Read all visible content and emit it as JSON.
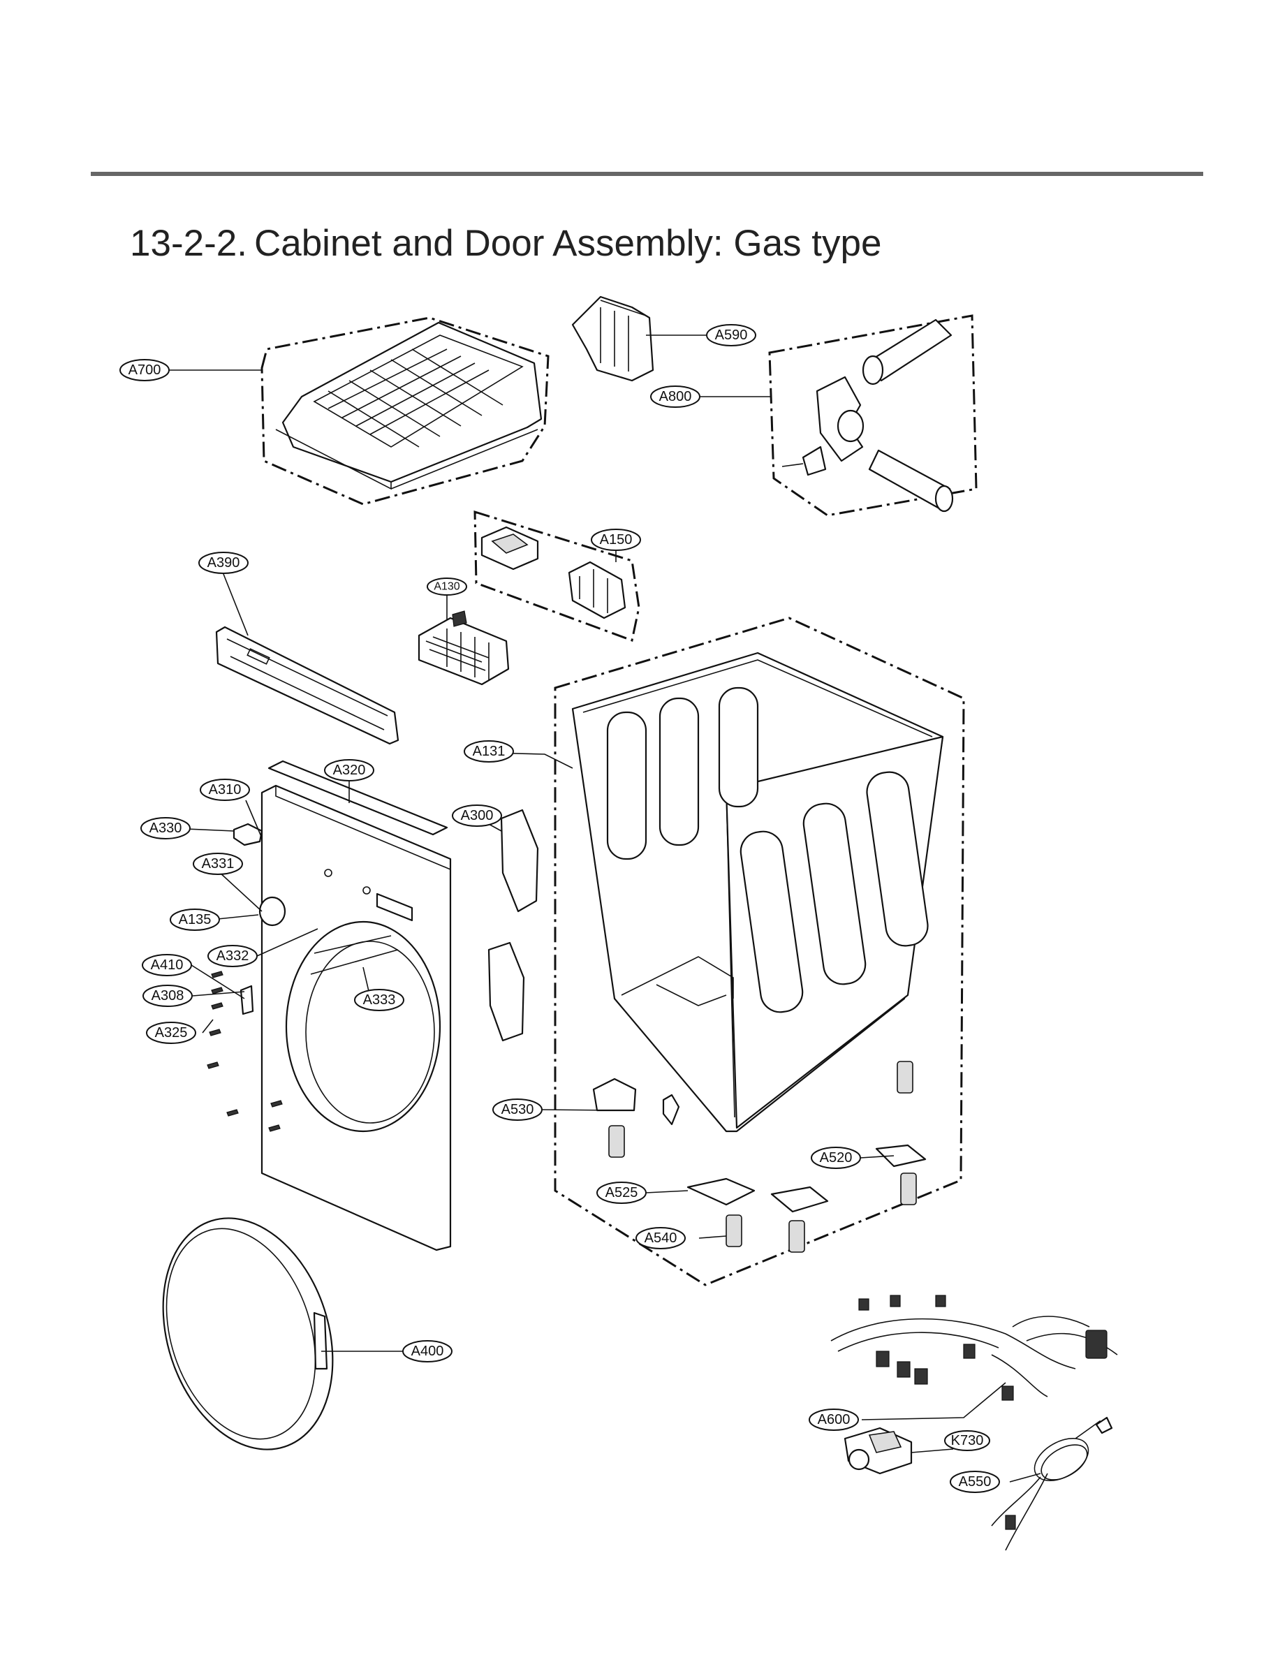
{
  "section": {
    "number": "13-2-2.",
    "title": "Cabinet and Door Assembly: Gas type"
  },
  "part_labels": [
    "A700",
    "A590",
    "A800",
    "A150",
    "A130",
    "A390",
    "A131",
    "A320",
    "A310",
    "A300",
    "A330",
    "A331",
    "A135",
    "A332",
    "A410",
    "A308",
    "A333",
    "A325",
    "A530",
    "A520",
    "A525",
    "A540",
    "A400",
    "A600",
    "K730",
    "A550"
  ],
  "colors": {
    "rule": "#666666",
    "line": "#111111"
  }
}
